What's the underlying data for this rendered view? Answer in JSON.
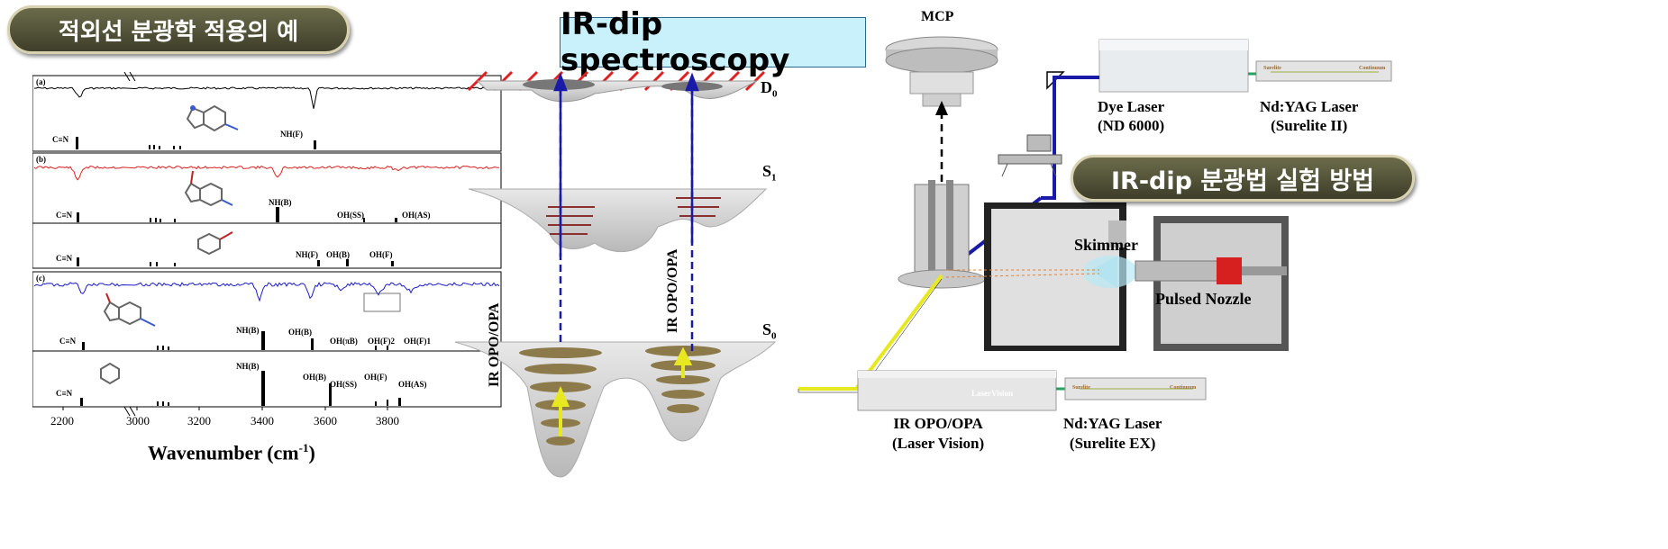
{
  "left_title": "적외선 분광학 적용의 예",
  "right_title": "IR-dip 분광법 실험 방법",
  "center_title": "IR-dip spectroscopy",
  "spectra": {
    "panel_labels": [
      "(a)",
      "(b)",
      "(c)"
    ],
    "xlabel": "Wavenumber (cm",
    "xlabel_sup": "-1",
    "xlabel_close": ")",
    "ticks": [
      "2200",
      "3000",
      "3200",
      "3400",
      "3600",
      "3800"
    ],
    "a": {
      "cn": "C≡N",
      "nh": "NH(F)"
    },
    "b_top": {
      "cn": "C≡N",
      "nh": "NH(B)",
      "oh_ss": "OH(SS)",
      "oh_as": "OH(AS)"
    },
    "b_bot": {
      "cn": "C≡N",
      "nh": "NH(F)",
      "oh_b": "OH(B)",
      "oh_f": "OH(F)"
    },
    "c_top": {
      "cn": "C≡N",
      "nh": "NH(B)",
      "oh_b": "OH(B)",
      "oh_pib": "OH(πB)",
      "oh_f2": "OH(F)2",
      "oh_f1": "OH(F)1"
    },
    "c_bot": {
      "cn": "C≡N",
      "nh": "NH(B)",
      "oh_b": "OH(B)",
      "oh_ss": "OH(SS)",
      "oh_f": "OH(F)",
      "oh_as": "OH(AS)"
    }
  },
  "energy": {
    "d0": "D",
    "d0_sub": "0",
    "s1": "S",
    "s1_sub": "1",
    "s0": "S",
    "s0_sub": "0",
    "ir_left": "IR OPO/OPA",
    "ir_right": "IR OPO/OPA"
  },
  "setup": {
    "mcp": "MCP",
    "dye_laser": "Dye Laser",
    "dye_laser_model": "(ND 6000)",
    "ndyag_top": "Nd:YAG Laser",
    "ndyag_top_model": "(Surelite II)",
    "skimmer": "Skimmer",
    "nozzle": "Pulsed Nozzle",
    "ir_opo": "IR OPO/OPA",
    "ir_opo_model": "(Laser Vision)",
    "laservision_logo": "LaserVision",
    "ndyag_bottom": "Nd:YAG Laser",
    "ndyag_bottom_model": "(Surelite EX)",
    "surelite_logo": "Surelite",
    "continuum_logo": "Continuum"
  },
  "colors": {
    "trace_a": "#000000",
    "trace_b": "#e02020",
    "trace_c": "#1a1ad0",
    "uv_beam": "#1a1aa8",
    "ir_beam": "#e8e820",
    "green_beam": "#2aa060",
    "hatch": "#e02020",
    "title_box": "#c9f1fb"
  }
}
